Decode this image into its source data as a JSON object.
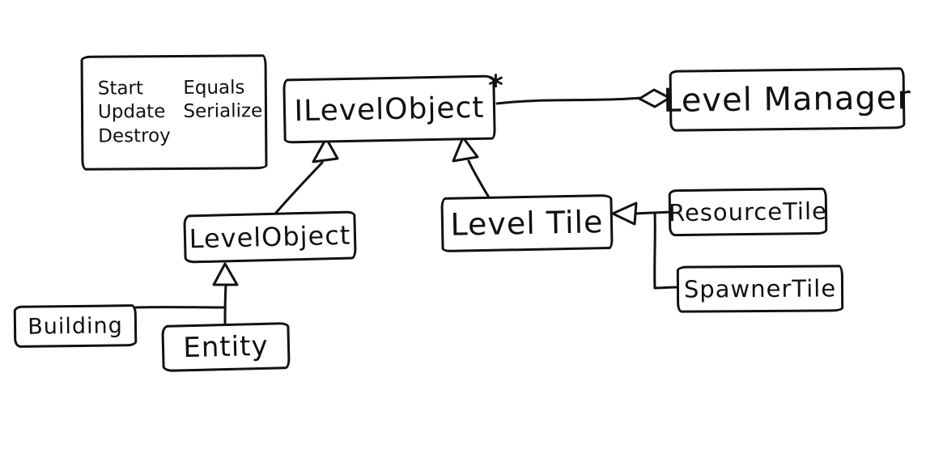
{
  "nodes": {
    "methods_note": {
      "column1": [
        "Start",
        "Update",
        "Destroy"
      ],
      "column2": [
        "Equals",
        "Serialize"
      ]
    },
    "ilevelobject": {
      "label": "ILevelObject"
    },
    "levelmanager": {
      "label": "Level Manager"
    },
    "levelobject": {
      "label": "LevelObject"
    },
    "leveltile": {
      "label": "Level Tile"
    },
    "resourcetile": {
      "label": "ResourceTile"
    },
    "spawnertile": {
      "label": "SpawnerTile"
    },
    "building": {
      "label": "Building"
    },
    "entity": {
      "label": "Entity"
    }
  },
  "edges": [
    {
      "from": "Level Manager",
      "to": "ILevelObject",
      "type": "aggregation",
      "multiplicity": "*"
    },
    {
      "from": "LevelObject",
      "to": "ILevelObject",
      "type": "inheritance"
    },
    {
      "from": "Level Tile",
      "to": "ILevelObject",
      "type": "inheritance"
    },
    {
      "from": "ResourceTile",
      "to": "Level Tile",
      "type": "inheritance"
    },
    {
      "from": "SpawnerTile",
      "to": "Level Tile",
      "type": "inheritance"
    },
    {
      "from": "Building",
      "to": "LevelObject",
      "type": "inheritance"
    },
    {
      "from": "Entity",
      "to": "LevelObject",
      "type": "inheritance"
    }
  ],
  "multiplicity": "*",
  "colors": {
    "ink": "#111111",
    "background": "#ffffff"
  }
}
